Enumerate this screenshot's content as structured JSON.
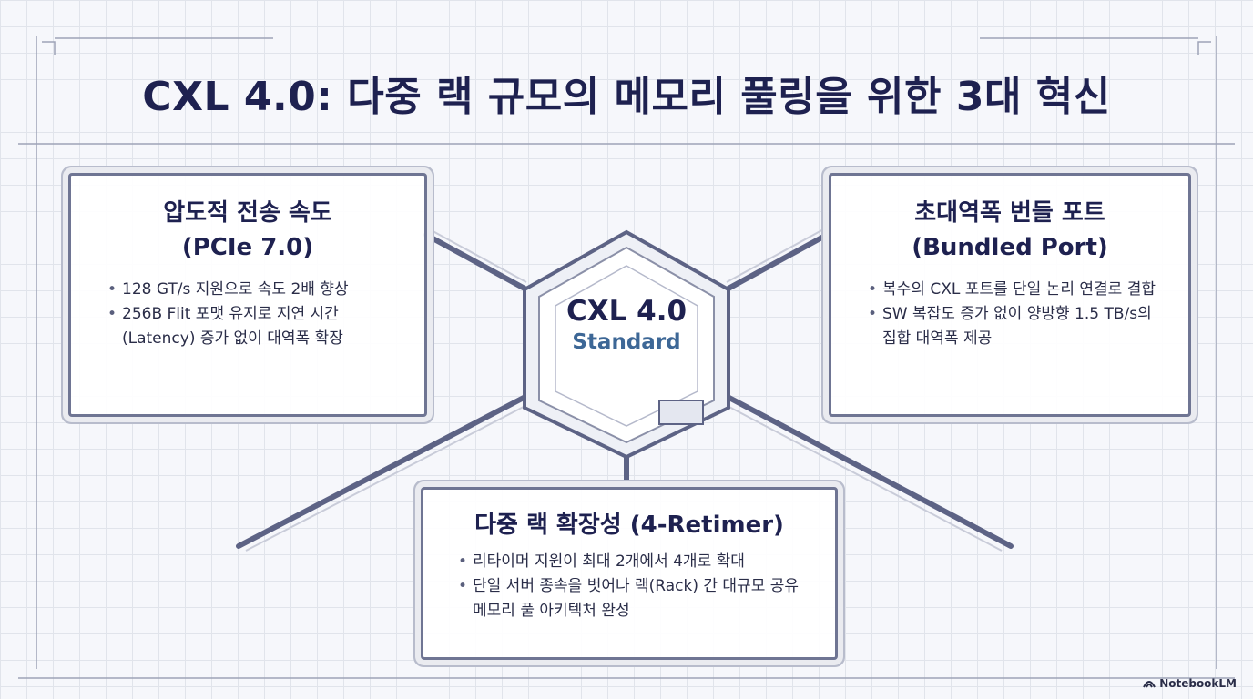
{
  "title": "CXL 4.0: 다중 랙 규모의 메모리 풀링을 위한 3대 혁신",
  "hub": {
    "title": "CXL 4.0",
    "subtitle": "Standard"
  },
  "cards": {
    "speed": {
      "heading_line1": "압도적 전송 속도",
      "heading_line2": "(PCIe 7.0)",
      "bullets": [
        "128 GT/s 지원으로 속도 2배 향상",
        "256B Flit 포맷 유지로 지연 시간(Latency) 증가 없이 대역폭 확장"
      ]
    },
    "bundled": {
      "heading_line1": "초대역폭 번들 포트",
      "heading_line2": "(Bundled Port)",
      "bullets": [
        "복수의 CXL 포트를 단일 논리 연결로 결합",
        "SW 복잡도 증가 없이 양방향 1.5 TB/s의 집합 대역폭 제공"
      ]
    },
    "rack": {
      "heading": "다중 랙 확장성 (4-Retimer)",
      "bullets": [
        "리타이머 지원이 최대 2개에서 4개로 확대",
        "단일 서버 종속을 벗어나 랙(Rack) 간 대규모 공유 메모리 풀 아키텍처 완성"
      ]
    }
  },
  "watermark": "NotebookLM",
  "colors": {
    "ink": "#1e2150",
    "accent": "#3d6796",
    "line": "#6f7593",
    "background": "#f6f7fb"
  }
}
